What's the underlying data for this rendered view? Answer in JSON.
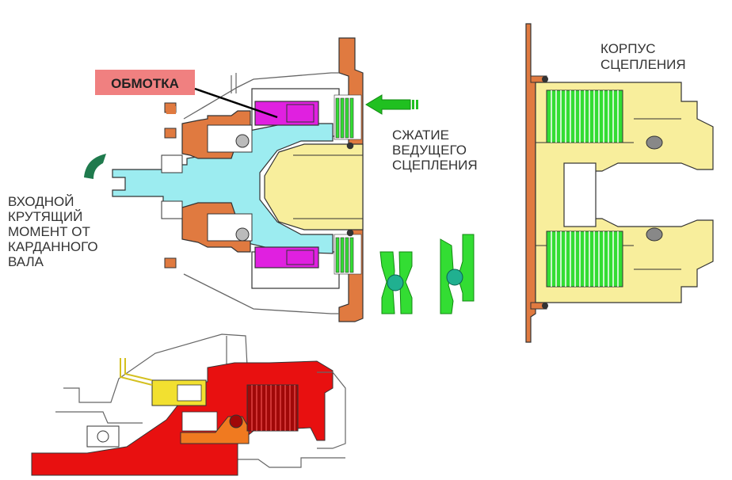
{
  "labels": {
    "winding": "ОБМОТКА",
    "housing_line1": "КОРПУС",
    "housing_line2": "СЦЕПЛЕНИЯ",
    "compress_line1": "СЖАТИЕ",
    "compress_line2": "ВЕДУЩЕГО",
    "compress_line3": "СЦЕПЛЕНИЯ",
    "input_line1": "ВХОДНОЙ",
    "input_line2": "КРУТЯЩИЙ",
    "input_line3": "МОМЕНТ ОТ",
    "input_line4": "КАРДАННОГО",
    "input_line5": "ВАЛА"
  },
  "colors": {
    "shaft": "#9CECF0",
    "winding": "#E020E0",
    "winding_label_bg": "#F08080",
    "bearing_orange": "#E07A40",
    "housing_yellow": "#F8EE9C",
    "clutch_green": "#33DD33",
    "arrow_green": "#20C020",
    "ball": "#20B090",
    "input_arrow": "#1F7A4D",
    "section_red": "#E81010",
    "section_yellow": "#F2E030",
    "section_orange": "#F07A20",
    "outline": "#333333"
  },
  "icons": {
    "input_torque": "curved-arrow-icon",
    "compression": "arrow-left-icon"
  }
}
